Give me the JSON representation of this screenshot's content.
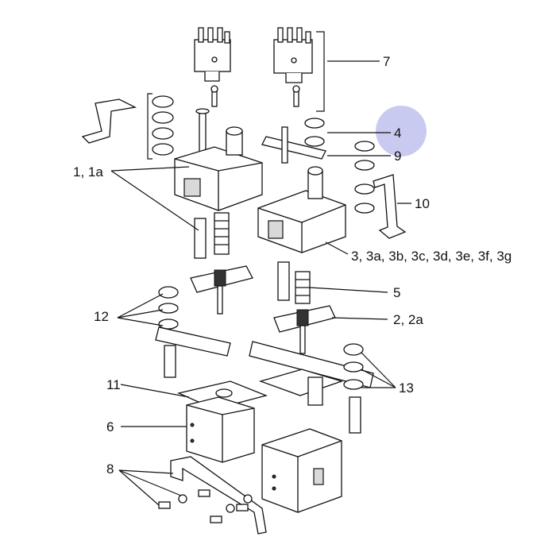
{
  "diagram": {
    "highlight_color": "#c9caf0",
    "callouts": [
      {
        "id": "label-7",
        "text": "7"
      },
      {
        "id": "label-4",
        "text": "4"
      },
      {
        "id": "label-9",
        "text": "9"
      },
      {
        "id": "label-10",
        "text": "10"
      },
      {
        "id": "label-1-1a",
        "text": "1, 1a"
      },
      {
        "id": "label-3",
        "text": "3, 3a, 3b, 3c, 3d, 3e, 3f, 3g"
      },
      {
        "id": "label-5",
        "text": "5"
      },
      {
        "id": "label-2-2a",
        "text": "2, 2a"
      },
      {
        "id": "label-12",
        "text": "12"
      },
      {
        "id": "label-13",
        "text": "13"
      },
      {
        "id": "label-11",
        "text": "11"
      },
      {
        "id": "label-6",
        "text": "6"
      },
      {
        "id": "label-8",
        "text": "8"
      }
    ]
  }
}
